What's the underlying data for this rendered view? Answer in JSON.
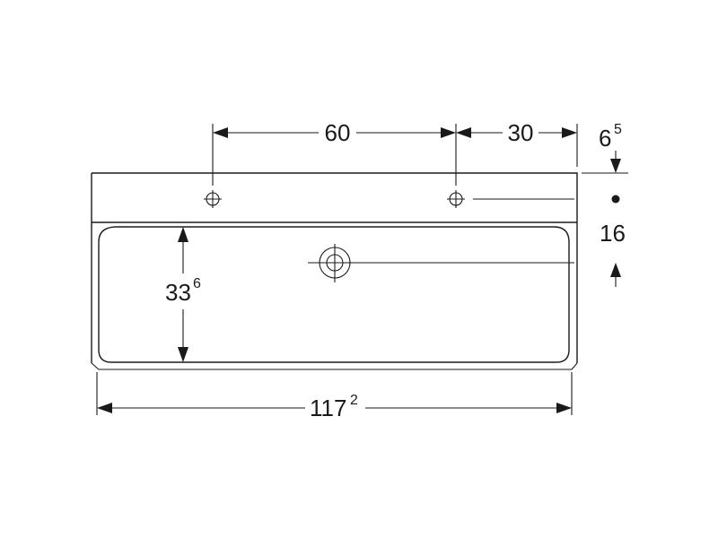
{
  "dimensions": {
    "width_60": "60",
    "width_30": "30",
    "offset_6": "6",
    "offset_6_sup": "5",
    "height_16": "16",
    "depth_33": "33",
    "depth_33_sup": "6",
    "total_117": "117",
    "total_117_sup": "2"
  }
}
